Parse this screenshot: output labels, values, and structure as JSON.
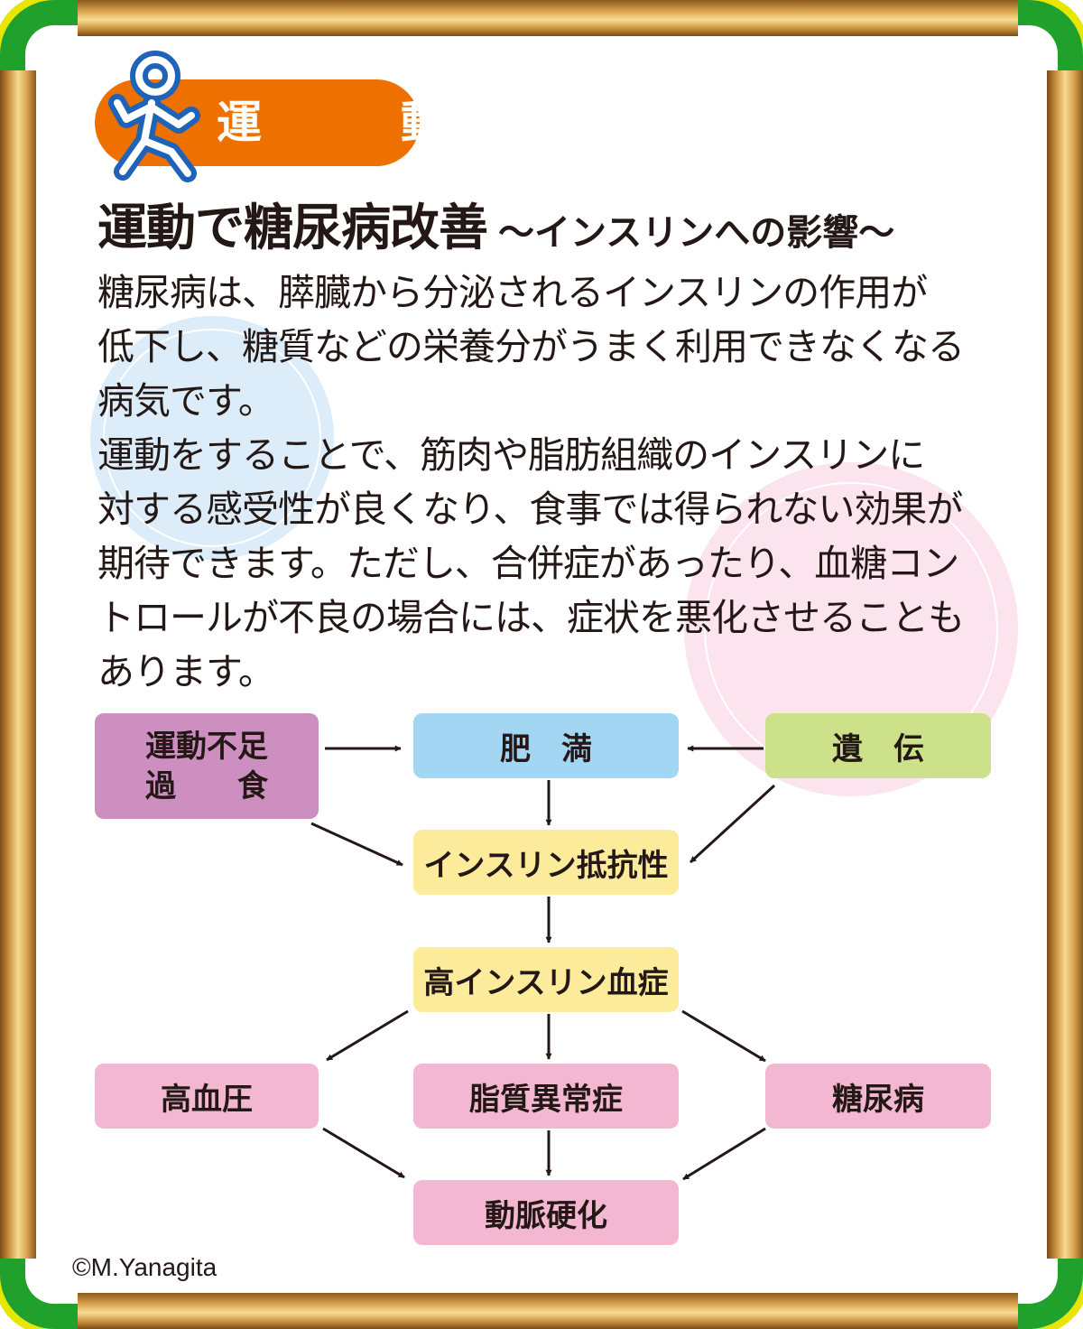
{
  "category": "運　動",
  "title": {
    "main": "運動で糖尿病改善",
    "sub": "～インスリンへの影響～"
  },
  "body": {
    "lines": [
      "糖尿病は、膵臓から分泌されるインスリンの作用が",
      "低下し、糖質などの栄養分がうまく利用できなくなる",
      "病気です。",
      "運動をすることで、筋肉や脂肪組織のインスリンに",
      "対する感受性が良くなり、食事では得られない効果が",
      "期待できます。ただし、合併症があったり、血糖コン",
      "トロールが不良の場合には、症状を悪化させることも",
      "あります。"
    ]
  },
  "diagram": {
    "nodes": {
      "lack_exercise": "運動不足",
      "overeating": "過　　食",
      "obesity": "肥　満",
      "heredity": "遺　伝",
      "insulin_resistance": "インスリン抵抗性",
      "hyperinsulinemia": "高インスリン血症",
      "hypertension": "高血圧",
      "dyslipidemia": "脂質異常症",
      "diabetes": "糖尿病",
      "arteriosclerosis": "動脈硬化"
    }
  },
  "copyright": "©M.Yanagita",
  "colors": {
    "frame_green": "#1fa12c",
    "frame_yellow": "#e6e600",
    "gold": "#d9a14d",
    "badge_orange": "#ee7100",
    "walker_blue": "#1e63b8",
    "cause_purple": "#cc8fc0",
    "obesity_blue": "#a2d6f3",
    "heredity_green": "#cde08a",
    "mechanism_yellow": "#fdeb9c",
    "disease_pink": "#f3b7d2",
    "arrow": "#231815"
  }
}
